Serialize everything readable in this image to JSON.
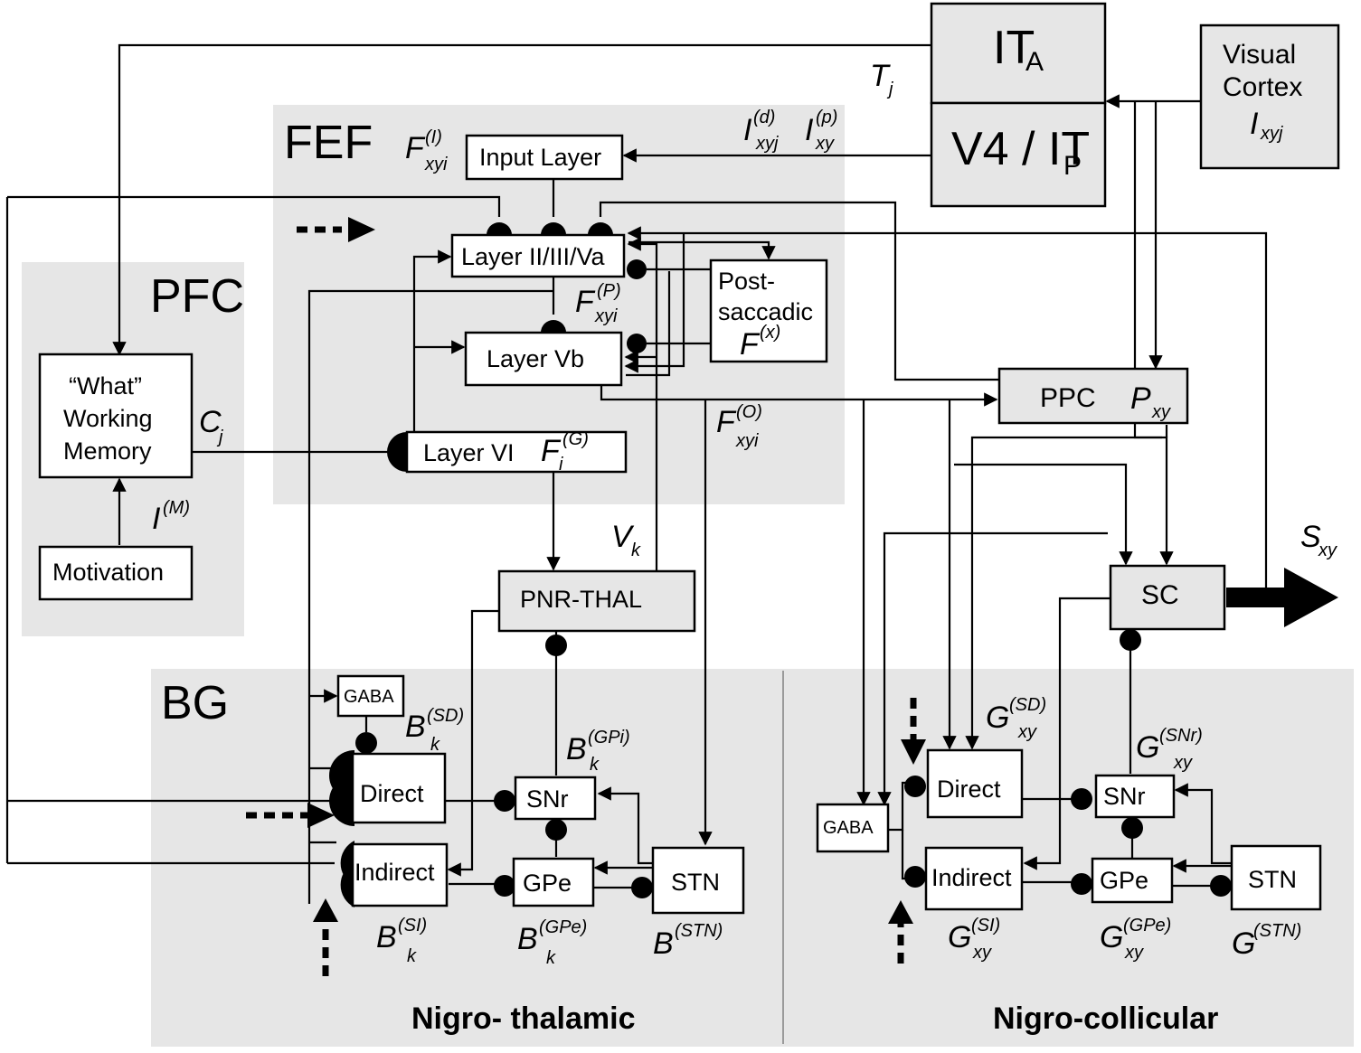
{
  "regions": {
    "fef": "FEF",
    "pfc": "PFC",
    "bg": "BG",
    "nigro_thalamic": "Nigro- thalamic",
    "nigro_collicular": "Nigro-collicular"
  },
  "boxes": {
    "it_a": "IT",
    "it_a_sub": "A",
    "v4_itp": "V4 / IT",
    "v4_itp_sub": "P",
    "visual_cortex_1": "Visual",
    "visual_cortex_2": "Cortex",
    "input_layer": "Input Layer",
    "layer_2_3_5a": "Layer II/III/Va",
    "layer_5b": "Layer Vb",
    "layer_6": "Layer VI",
    "post_saccadic_1": "Post-",
    "post_saccadic_2": "saccadic",
    "what_wm_1": "“What”",
    "what_wm_2": "Working",
    "what_wm_3": "Memory",
    "motivation": "Motivation",
    "ppc": "PPC",
    "sc": "SC",
    "pnr_thal": "PNR-THAL",
    "gaba_left": "GABA",
    "direct_left": "Direct",
    "indirect_left": "Indirect",
    "snr_left": "SNr",
    "gpe_left": "GPe",
    "stn_left": "STN",
    "gaba_right": "GABA",
    "direct_right": "Direct",
    "indirect_right": "Indirect",
    "snr_right": "SNr",
    "gpe_right": "GPe",
    "stn_right": "STN"
  },
  "math_labels": {
    "t_j": {
      "base": "T",
      "sub": "j",
      "sup": ""
    },
    "i_xyj": {
      "base": "I",
      "sub": "xyj",
      "sup": ""
    },
    "i_d_xyj": {
      "base": "I",
      "sub": "xyj",
      "sup": "(d)"
    },
    "i_p_xy": {
      "base": "I",
      "sub": "xy",
      "sup": "(p)"
    },
    "f_i_xyi": {
      "base": "F",
      "sub": "xyi",
      "sup": "(I)"
    },
    "f_p_xyi": {
      "base": "F",
      "sub": "xyi",
      "sup": "(P)"
    },
    "f_x": {
      "base": "F",
      "sub": "",
      "sup": "(x)"
    },
    "f_o_xyi": {
      "base": "F",
      "sub": "xyi",
      "sup": "(O)"
    },
    "f_g_i": {
      "base": "F",
      "sub": "i",
      "sup": "(G)"
    },
    "c_j": {
      "base": "C",
      "sub": "j",
      "sup": ""
    },
    "i_m": {
      "base": "I",
      "sub": "",
      "sup": "(M)"
    },
    "p_xy": {
      "base": "P",
      "sub": "xy",
      "sup": ""
    },
    "v_k": {
      "base": "V",
      "sub": "k",
      "sup": ""
    },
    "s_xy": {
      "base": "S",
      "sub": "xy",
      "sup": ""
    },
    "b_sd_k": {
      "base": "B",
      "sub": "k",
      "sup": "(SD)"
    },
    "b_gpi_k": {
      "base": "B",
      "sub": "k",
      "sup": "(GPi)"
    },
    "b_si_k": {
      "base": "B",
      "sub": "k",
      "sup": "(SI)"
    },
    "b_gpe_k": {
      "base": "B",
      "sub": "k",
      "sup": "(GPe)"
    },
    "b_stn": {
      "base": "B",
      "sub": "",
      "sup": "(STN)"
    },
    "g_sd_xy": {
      "base": "G",
      "sub": "xy",
      "sup": "(SD)"
    },
    "g_snr_xy": {
      "base": "G",
      "sub": "xy",
      "sup": "(SNr)"
    },
    "g_si_xy": {
      "base": "G",
      "sub": "xy",
      "sup": "(SI)"
    },
    "g_gpe_xy": {
      "base": "G",
      "sub": "xy",
      "sup": "(GPe)"
    },
    "g_stn": {
      "base": "G",
      "sub": "",
      "sup": "(STN)"
    }
  }
}
